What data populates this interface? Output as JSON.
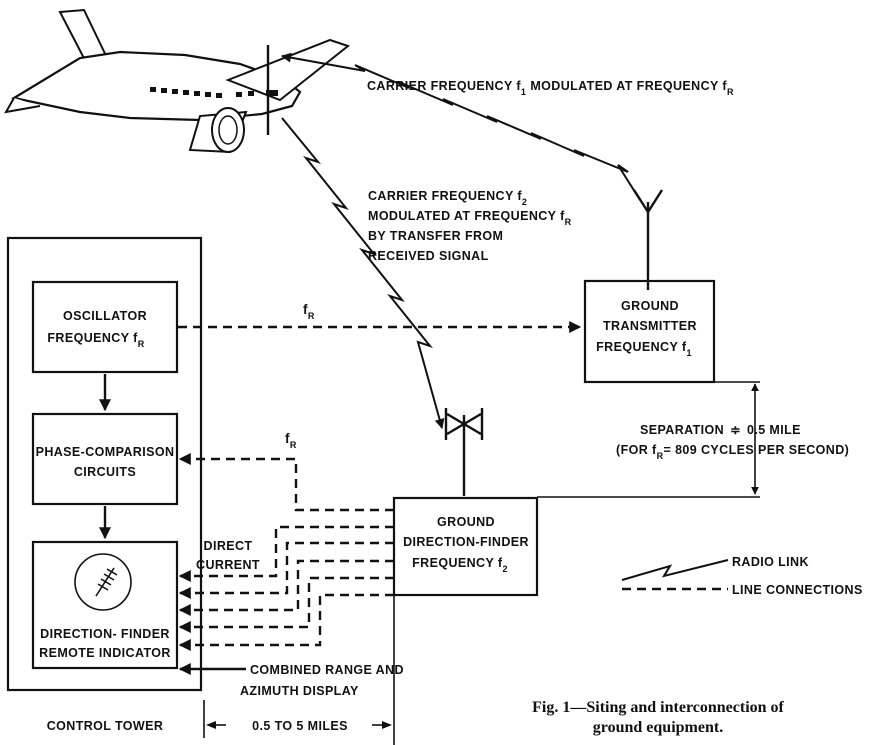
{
  "labels": {
    "carrier_top_a": "CARRIER FREQUENCY f",
    "carrier_top_sub": "1",
    "carrier_top_b": "MODULATED AT FREQUENCY f",
    "carrier_top_sub2": "R",
    "carrier_mid_1a": "CARRIER FREQUENCY f",
    "carrier_mid_1sub": "2",
    "carrier_mid_2a": "MODULATED AT FREQUENCY f",
    "carrier_mid_2sub": "R",
    "carrier_mid_3": "BY TRANSFER FROM",
    "carrier_mid_4": "RECEIVED SIGNAL",
    "fr_top": "f",
    "fr_top_sub": "R",
    "fr_mid": "f",
    "fr_mid_sub": "R",
    "separation_a": "SEPARATION",
    "separation_b": "0.5 MILE",
    "separation_2a": "(FOR f",
    "separation_2sub": "R",
    "separation_2b": "= 809 CYCLES PER SECOND)",
    "direct_current_1": "DIRECT",
    "direct_current_2": "CURRENT",
    "combined_1": "COMBINED RANGE AND",
    "combined_2": "AZIMUTH DISPLAY",
    "control_tower": "CONTROL TOWER",
    "distance": "0.5 TO 5 MILES"
  },
  "boxes": {
    "oscillator_1": "OSCILLATOR",
    "oscillator_2a": "FREQUENCY f",
    "oscillator_2sub": "R",
    "phase_1": "PHASE-COMPARISON",
    "phase_2": "CIRCUITS",
    "indicator_1": "DIRECTION- FINDER",
    "indicator_2": "REMOTE INDICATOR",
    "transmitter_1": "GROUND",
    "transmitter_2": "TRANSMITTER",
    "transmitter_3a": "FREQUENCY f",
    "transmitter_3sub": "1",
    "df_1": "GROUND",
    "df_2": "DIRECTION-FINDER",
    "df_3a": "FREQUENCY f",
    "df_3sub": "2"
  },
  "legend": {
    "radio": "RADIO LINK",
    "line": "LINE CONNECTIONS"
  },
  "caption": {
    "line1": "Fig. 1—Siting and interconnection of",
    "line2": "ground equipment."
  }
}
